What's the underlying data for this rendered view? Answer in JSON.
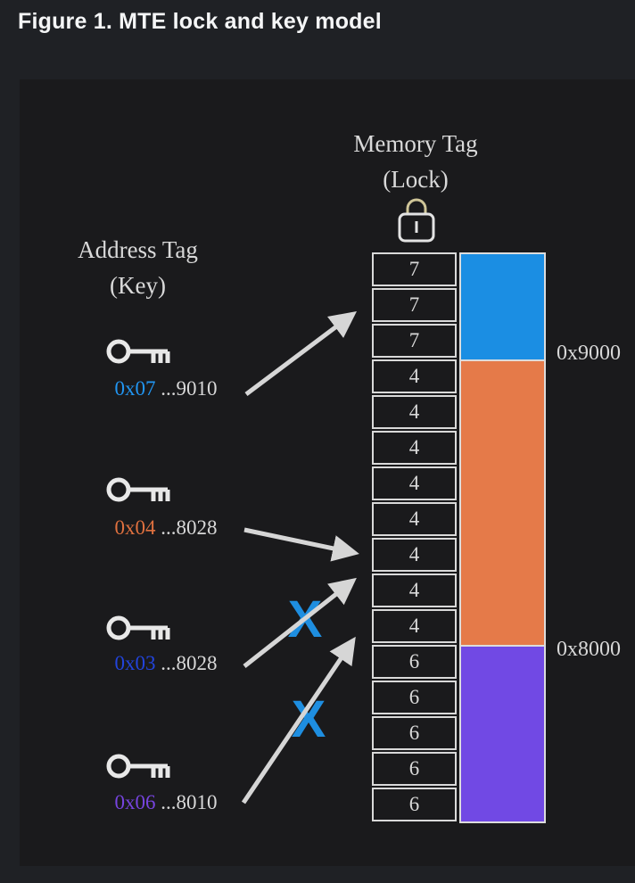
{
  "figure": {
    "title": "Figure 1. MTE lock and key model"
  },
  "diagram": {
    "memory_header": {
      "line1": "Memory Tag",
      "line2": "(Lock)"
    },
    "address_header": {
      "line1": "Address Tag",
      "line2": "(Key)"
    },
    "memory_cells": [
      "7",
      "7",
      "7",
      "4",
      "4",
      "4",
      "4",
      "4",
      "4",
      "4",
      "4",
      "6",
      "6",
      "6",
      "6",
      "6"
    ],
    "regions": [
      {
        "name": "blue-allocation",
        "color": "#1b8ee3",
        "rows": 3,
        "address_label": "0x9000"
      },
      {
        "name": "orange-allocation",
        "color": "#e57a49",
        "rows": 8,
        "address_label": "0x8000"
      },
      {
        "name": "purple-allocation",
        "color": "#7149e4",
        "rows": 5
      }
    ],
    "keys": [
      {
        "tag": "0x07",
        "tag_color": "#2196f3",
        "address": "...9010",
        "blocked": false
      },
      {
        "tag": "0x04",
        "tag_color": "#e0713f",
        "address": "...8028",
        "blocked": false
      },
      {
        "tag": "0x03",
        "tag_color": "#2244dd",
        "address": "...8028",
        "blocked": true
      },
      {
        "tag": "0x06",
        "tag_color": "#7744e0",
        "address": "...8010",
        "blocked": true
      }
    ],
    "mismatch": {
      "symbol": "X",
      "color": "#1e8ee0"
    },
    "colors": {
      "arrow": "#d6d6d6",
      "cell_border": "#d9d9d9",
      "lock_shackle": "#cfc598",
      "lock_body": "#e3e3e3",
      "panel_background": "#1a1a1c",
      "page_background": "#1f2125"
    }
  }
}
